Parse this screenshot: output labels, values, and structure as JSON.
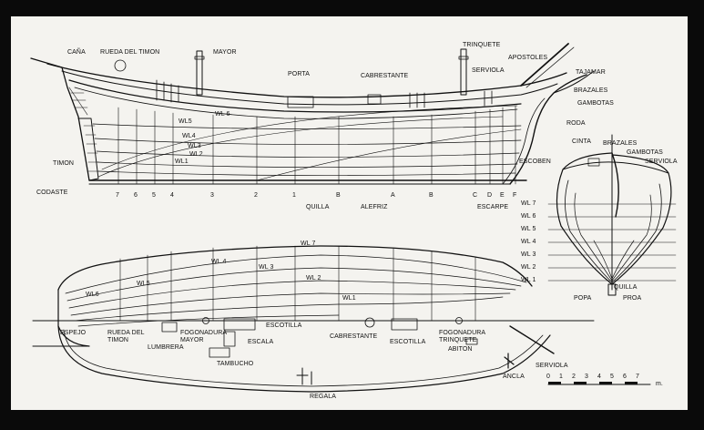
{
  "labels": {
    "cana": "CAÑA",
    "rueda_timon_top": "RUEDA DEL TIMON",
    "mayor_top": "MAYOR",
    "porta": "PORTA",
    "cabrestante_top": "CABRESTANTE",
    "trinquete_top": "TRINQUETE",
    "apostoles": "APOSTOLES",
    "serviola_top": "SERVIOLA",
    "tajamar": "TAJAMAR",
    "brazales_top": "BRAZALES",
    "gambotas_top": "GAMBOTAS",
    "roda": "RODA",
    "escoben": "ESCOBEN",
    "timon": "TIMON",
    "codaste": "CODASTE",
    "quilla_profile": "QUILLA",
    "alefriz": "ALEFRIZ",
    "escarpe": "ESCARPE",
    "cinta": "CINTA",
    "brazales_body": "BRAZALES",
    "gambotas_body": "GAMBOTAS",
    "serviola_body": "SERVIOLA",
    "popa": "POPA",
    "quilla_body": "QUILLA",
    "proa": "PROA",
    "espejo": "ESPEJO",
    "rueda_timon_plan": "RUEDA DEL\nTIMON",
    "lumbrera": "LUMBRERA",
    "fogonadura_mayor": "FOGONADURA\nMAYOR",
    "escotilla_1": "ESCOTILLA",
    "escala": "ESCALA",
    "tambucho": "TAMBUCHO",
    "cabrestante_plan": "CABRESTANTE",
    "escotilla_2": "ESCOTILLA",
    "fogonadura_trinquete": "FOGONADURA\nTRINQUETE",
    "abiton": "ABITON",
    "serviola_plan": "SERVIOLA",
    "ancla": "ANCLA",
    "regala": "REGALA"
  },
  "waterlines_profile": [
    "WL 6",
    "WL5",
    "WL4",
    "WL3",
    "WL2",
    "WL1"
  ],
  "waterlines_plan": [
    "WL 7",
    "WL 4",
    "WL 3",
    "WL 2",
    "WL1",
    "WL5",
    "WL6"
  ],
  "waterlines_body": [
    "WL 7",
    "WL 6",
    "WL 5",
    "WL 4",
    "WL 3",
    "WL 2",
    "WL 1"
  ],
  "stations": [
    "7",
    "6",
    "5",
    "4",
    "3",
    "2",
    "1",
    "B",
    "A",
    "B",
    "C",
    "D",
    "E",
    "F"
  ],
  "scale": {
    "ticks": [
      "0",
      "1",
      "2",
      "3",
      "4",
      "5",
      "6",
      "7"
    ],
    "unit": "m."
  }
}
